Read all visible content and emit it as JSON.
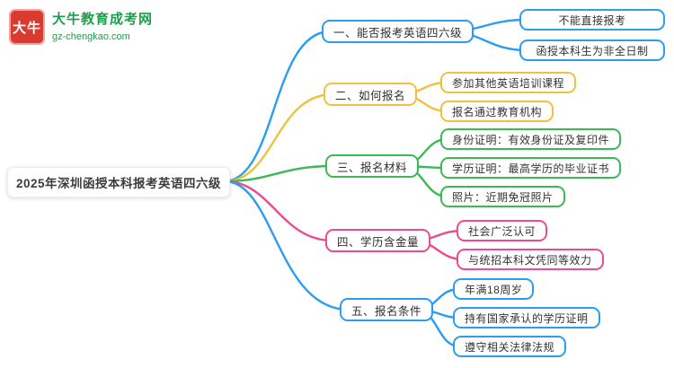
{
  "site": {
    "logo_text": "大牛",
    "site_name": "大牛教育成考网",
    "site_url": "gz-chengkao.com"
  },
  "main_topic": "2025年深圳函授本科报考英语四六级",
  "branches": [
    {
      "label": "一、能否报考英语四六级",
      "color": "#2b9df0",
      "children": [
        "不能直接报考",
        "函授本科生为非全日制"
      ]
    },
    {
      "label": "二、如何报名",
      "color": "#f0c13f",
      "children": [
        "参加其他英语培训课程",
        "报名通过教育机构"
      ]
    },
    {
      "label": "三、报名材料",
      "color": "#3bb858",
      "children": [
        "身份证明：有效身份证及复印件",
        "学历证明：最高学历的毕业证书",
        "照片：近期免冠照片"
      ]
    },
    {
      "label": "四、学历含金量",
      "color": "#ec4c8d",
      "children": [
        "社会广泛认可",
        "与统招本科文凭同等效力"
      ]
    },
    {
      "label": "五、报名条件",
      "color": "#2b9df0",
      "children": [
        "年满18周岁",
        "持有国家承认的学历证明",
        "遵守相关法律法规"
      ]
    }
  ],
  "colors": {
    "branch1": "#2b9df0",
    "branch2": "#f0c13f",
    "branch3": "#3bb858",
    "branch4": "#ec4c8d",
    "branch5": "#2b9df0",
    "logoRed": "#d93b31",
    "brandGreen": "#1f9c4d"
  }
}
